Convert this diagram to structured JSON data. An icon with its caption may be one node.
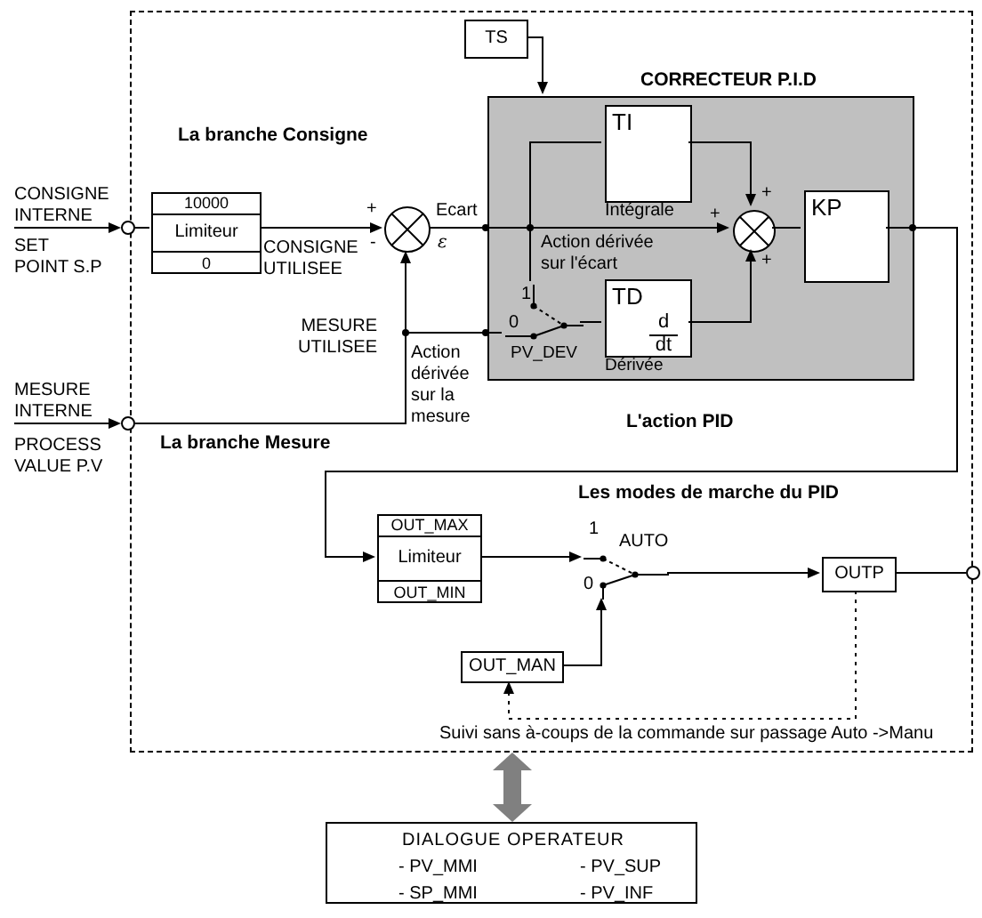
{
  "diagram": {
    "nodes": [
      {
        "text": [],
        "shape": "box"
      },
      {
        "text": [],
        "shape": "circle",
        "beside": [
          "CONSIGNE INTERNE",
          "SET POINT S.P"
        ]
      },
      {
        "text": [],
        "shape": "circle",
        "beside": [
          "MESURE INTERNE",
          "PROCESS VALUE P.V"
        ]
      },
      {
        "text": [
          "10000",
          "Limiteur",
          "0"
        ],
        "in": 0
      },
      {
        "text": [],
        "shape": "circle",
        "in": 0
      },
      {
        "text": [
          "TS"
        ],
        "in": 0
      },
      {
        "text": [],
        "shape": "box",
        "in": 0,
        "beside": [
          "CORRECTEUR P.I.D"
        ]
      },
      {
        "text": [
          "TI"
        ],
        "in": 6,
        "beside": [
          "Intégrale"
        ]
      },
      {
        "text": [],
        "shape": "circle",
        "in": 6
      },
      {
        "text": [
          "KP"
        ],
        "in": 6
      },
      {
        "text": [
          "TD",
          "d",
          "dt"
        ],
        "in": 6,
        "beside": [
          "Dérivée"
        ]
      },
      {
        "text": [
          "1",
          "0",
          "PV_DEV"
        ],
        "in": 6
      },
      {
        "text": [
          "OUT_MAX",
          "Limiteur",
          "OUT_MIN"
        ],
        "in": 0
      },
      {
        "text": [
          "1",
          "AUTO",
          "0"
        ],
        "in": 0
      },
      {
        "text": [
          "OUTP"
        ],
        "in": 0
      },
      {
        "text": [
          "OUT_MAN"
        ],
        "in": 0
      },
      {
        "text": [],
        "shape": "circle"
      },
      {
        "text": [
          "DIALOGUE OPERATEUR",
          "- PV_MMI",
          "- SP_MMI",
          "- PV_SUP",
          "- PV_INF"
        ]
      }
    ],
    "edges": [
      {
        "from": null,
        "to": 1,
        "arrow": "to"
      },
      {
        "from": null,
        "to": 2,
        "arrow": "to"
      },
      {
        "from": 1,
        "to": 3,
        "arrow": "none"
      },
      {
        "from": 3,
        "to": 4,
        "arrow": "to",
        "label": "CONSIGNE UTILISEE"
      },
      {
        "from": 2,
        "to": 4,
        "arrow": "to"
      },
      {
        "from": 4,
        "to": 8,
        "arrow": "to"
      },
      {
        "from": 4,
        "to": 7,
        "arrow": "none"
      },
      {
        "from": 4,
        "to": 11,
        "arrow": "none"
      },
      {
        "from": 2,
        "to": 11,
        "arrow": "none"
      },
      {
        "from": 11,
        "to": 10,
        "arrow": "none"
      },
      {
        "from": 7,
        "to": 8,
        "arrow": "to"
      },
      {
        "from": 10,
        "to": 8,
        "arrow": "to"
      },
      {
        "from": 8,
        "to": 9,
        "arrow": "none"
      },
      {
        "from": 9,
        "to": 12,
        "arrow": "to"
      },
      {
        "from": 12,
        "to": 13,
        "arrow": "to"
      },
      {
        "from": 15,
        "to": 13,
        "arrow": "to"
      },
      {
        "from": 13,
        "to": 14,
        "arrow": "to"
      },
      {
        "from": 14,
        "to": 16,
        "arrow": "none"
      },
      {
        "from": 5,
        "to": 6,
        "arrow": "to"
      },
      {
        "from": 14,
        "to": 15,
        "arrow": "to",
        "style": "dashed",
        "label": "Suivi sans à-coups de la commande sur passage Auto ->Manu"
      },
      {
        "from": 0,
        "to": 17,
        "arrow": "both",
        "style": "thick",
        "color": "#808080"
      }
    ],
    "labels": [
      "La branche Consigne",
      "+",
      "-",
      "Ecart",
      "ε",
      "MESURE UTILISEE",
      "Action dérivée sur la mesure",
      "La branche Mesure",
      "Action dérivée sur l'écart",
      "+",
      "+",
      "+",
      "L'action PID",
      "Les modes de marche du PID"
    ]
  }
}
